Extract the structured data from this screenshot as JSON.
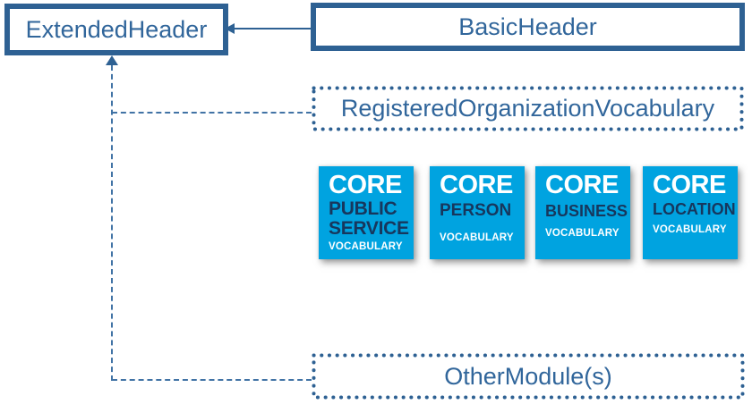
{
  "diagram": {
    "extended_header": {
      "label": "ExtendedHeader"
    },
    "basic_header": {
      "label": "BasicHeader"
    },
    "registered_org": {
      "label": "RegisteredOrganizationVocabulary"
    },
    "other_module": {
      "label": "OtherModule(s)"
    },
    "core_boxes": [
      {
        "title": "CORE",
        "line1": "PUBLIC",
        "line2": "SERVICE",
        "footer": "VOCABULARY"
      },
      {
        "title": "CORE",
        "line1": "PERSON",
        "footer": "VOCABULARY"
      },
      {
        "title": "CORE",
        "line1": "BUSINESS",
        "footer": "VOCABULARY"
      },
      {
        "title": "CORE",
        "line1": "LOCATION",
        "footer": "VOCABULARY"
      }
    ],
    "colors": {
      "outline_blue": "#2E6193",
      "label_blue": "#31669B",
      "dash_blue": "#4173A5",
      "core_background": "#00A3E0",
      "core_navy_text": "#17375D",
      "core_white_text": "#FFFFFF"
    }
  }
}
